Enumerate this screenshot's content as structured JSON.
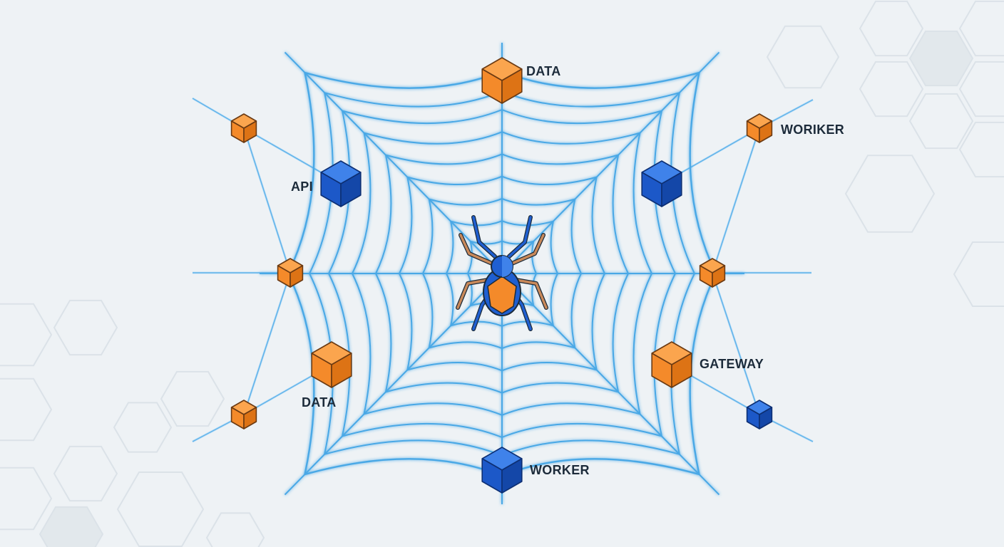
{
  "colors": {
    "background": "#eef2f5",
    "web": "#4aa8e6",
    "web_glow": "#bfe0f7",
    "node_blue": "#1f5fd1",
    "node_orange": "#f48a2a",
    "label": "#1c2b3a",
    "hex_outline": "#dbe2e8",
    "hex_fill": "#e2e8ec"
  },
  "labels": {
    "top": "DATA",
    "upper_right": "WORIKER",
    "left": "API",
    "right": "GATEWAY",
    "lower_left": "DATA",
    "bottom": "WORKER"
  },
  "nodes": [
    {
      "id": "data-top",
      "color": "orange",
      "size": "large",
      "label": "top"
    },
    {
      "id": "api",
      "color": "blue",
      "size": "large",
      "label": "left"
    },
    {
      "id": "upper-right-hub",
      "color": "blue",
      "size": "large"
    },
    {
      "id": "data-lower-left",
      "color": "orange",
      "size": "large",
      "label": "lower_left"
    },
    {
      "id": "gateway",
      "color": "orange",
      "size": "large",
      "label": "right"
    },
    {
      "id": "worker-bottom",
      "color": "blue",
      "size": "large",
      "label": "bottom"
    },
    {
      "id": "left-mid",
      "color": "orange",
      "size": "small"
    },
    {
      "id": "right-mid",
      "color": "orange",
      "size": "small"
    },
    {
      "id": "outer-top-left",
      "color": "orange",
      "size": "small"
    },
    {
      "id": "outer-worker",
      "color": "orange",
      "size": "small",
      "label": "upper_right"
    },
    {
      "id": "outer-bottom-left",
      "color": "orange",
      "size": "small"
    },
    {
      "id": "outer-bottom-right",
      "color": "blue",
      "size": "small"
    }
  ],
  "spider": {
    "icon": "spider-icon"
  }
}
